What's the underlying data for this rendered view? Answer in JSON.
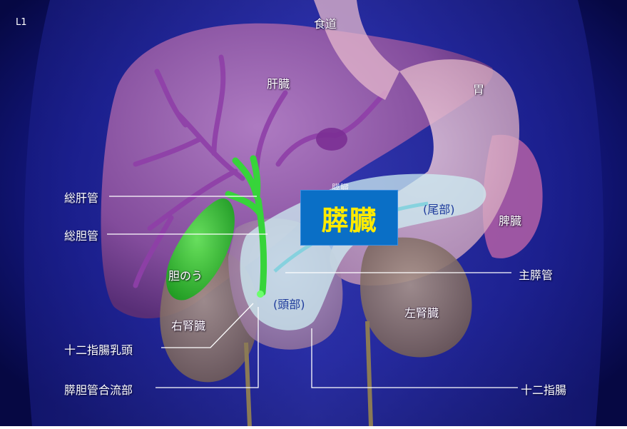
{
  "corner_label": "L1",
  "organs": {
    "esophagus": "食道",
    "liver": "肝臓",
    "stomach": "胃",
    "pancreas_hidden": "膵臓",
    "spleen": "脾臓",
    "tail": "(尾部)",
    "head": "(頭部)",
    "gallbladder": "胆のう",
    "right_kidney": "右腎臓",
    "left_kidney": "左腎臓"
  },
  "callouts": {
    "common_hepatic_duct": "総肝管",
    "common_bile_duct": "総胆管",
    "main_pancreatic_duct": "主膵管",
    "duodenal_papilla": "十二指腸乳頭",
    "pancreaticobiliary_junction": "膵胆管合流部",
    "duodenum": "十二指腸"
  },
  "title_box": "膵臓",
  "colors": {
    "background": "#0c0f6e",
    "title_box": "#0a6fc6",
    "title_text": "#ffea00",
    "gallbladder": "#2fbf2f",
    "liver": "#9b5ca8",
    "pancreas": "#bfe4ea"
  }
}
